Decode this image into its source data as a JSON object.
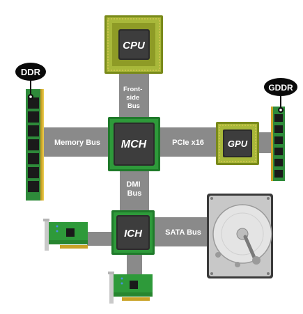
{
  "diagram": {
    "chips": {
      "cpu": "CPU",
      "mch": "MCH",
      "gpu": "GPU",
      "ich": "ICH"
    },
    "buses": {
      "frontside": [
        "Front-",
        "side",
        "Bus"
      ],
      "memory": "Memory Bus",
      "pcie": "PCIe x16",
      "dmi": [
        "DMI",
        "Bus"
      ],
      "sata": "SATA Bus"
    },
    "memory_tags": {
      "ddr": "DDR",
      "gddr": "GDDR"
    }
  }
}
